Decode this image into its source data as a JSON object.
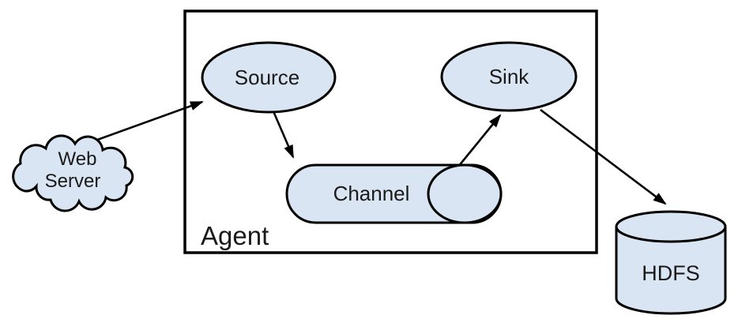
{
  "diagram": {
    "type": "architecture-flow-diagram",
    "background": "#ffffff",
    "colors": {
      "node_fill": "#dae5f3",
      "stroke": "#000000",
      "text": "#1a1a1a"
    },
    "nodes": {
      "web_server": {
        "line1": "Web",
        "line2": "Server",
        "shape": "cloud"
      },
      "agent": {
        "label": "Agent",
        "shape": "rectangle-container"
      },
      "source": {
        "label": "Source",
        "shape": "ellipse"
      },
      "channel": {
        "label": "Channel",
        "shape": "horizontal-cylinder"
      },
      "sink": {
        "label": "Sink",
        "shape": "ellipse"
      },
      "hdfs": {
        "label": "HDFS",
        "shape": "cylinder"
      }
    },
    "edges": [
      {
        "from": "Web Server",
        "to": "Source"
      },
      {
        "from": "Source",
        "to": "Channel"
      },
      {
        "from": "Channel",
        "to": "Sink"
      },
      {
        "from": "Sink",
        "to": "HDFS"
      }
    ]
  }
}
